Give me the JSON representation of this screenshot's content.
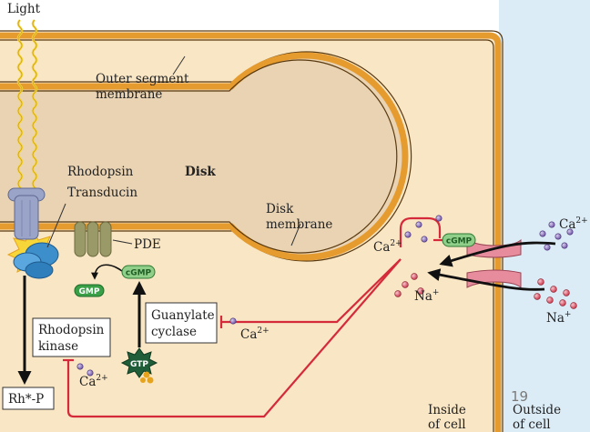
{
  "labels": {
    "light": "Light",
    "outer_segment_line1": "Outer segment",
    "outer_segment_line2": "membrane",
    "disk": "Disk",
    "rhodopsin": "Rhodopsin",
    "transducin": "Transducin",
    "disk_membrane_line1": "Disk",
    "disk_membrane_line2": "membrane",
    "pde": "PDE",
    "gmp": "GMP",
    "cgmp_left": "cGMP",
    "cgmp_channel": "cGMP",
    "gtp": "GTP",
    "rhodopsin_kinase_line1": "Rhodopsin",
    "rhodopsin_kinase_line2": "kinase",
    "guanylate_cyclase_line1": "Guanylate",
    "guanylate_cyclase_line2": "cyclase",
    "ca_base": "Ca",
    "ca_sup": "2+",
    "na_base": "Na",
    "na_sup": "+",
    "rh_p": "Rh*-P",
    "inside_line1": "Inside",
    "inside_line2": "of cell",
    "outside_line1": "Outside",
    "outside_line2": "of cell",
    "page_number": "19"
  },
  "colors": {
    "cytoplasm": "#f9e6c4",
    "outside": "#dcecf6",
    "membrane_orange": "#e69b2e",
    "membrane_dark": "#5a3a10",
    "inhibit_red": "#d42a3a",
    "calcium": "#8a6fb8",
    "sodium": "#d9475a",
    "rhodopsin": "#9aa4c8",
    "transducin": "#3d8fcc",
    "pde": "#9a9a68",
    "cgmp_green": "#8fcf8a",
    "channel_pink": "#e68c9c",
    "gtp_green": "#1f5e38",
    "light_yellow": "#f7d63a"
  }
}
